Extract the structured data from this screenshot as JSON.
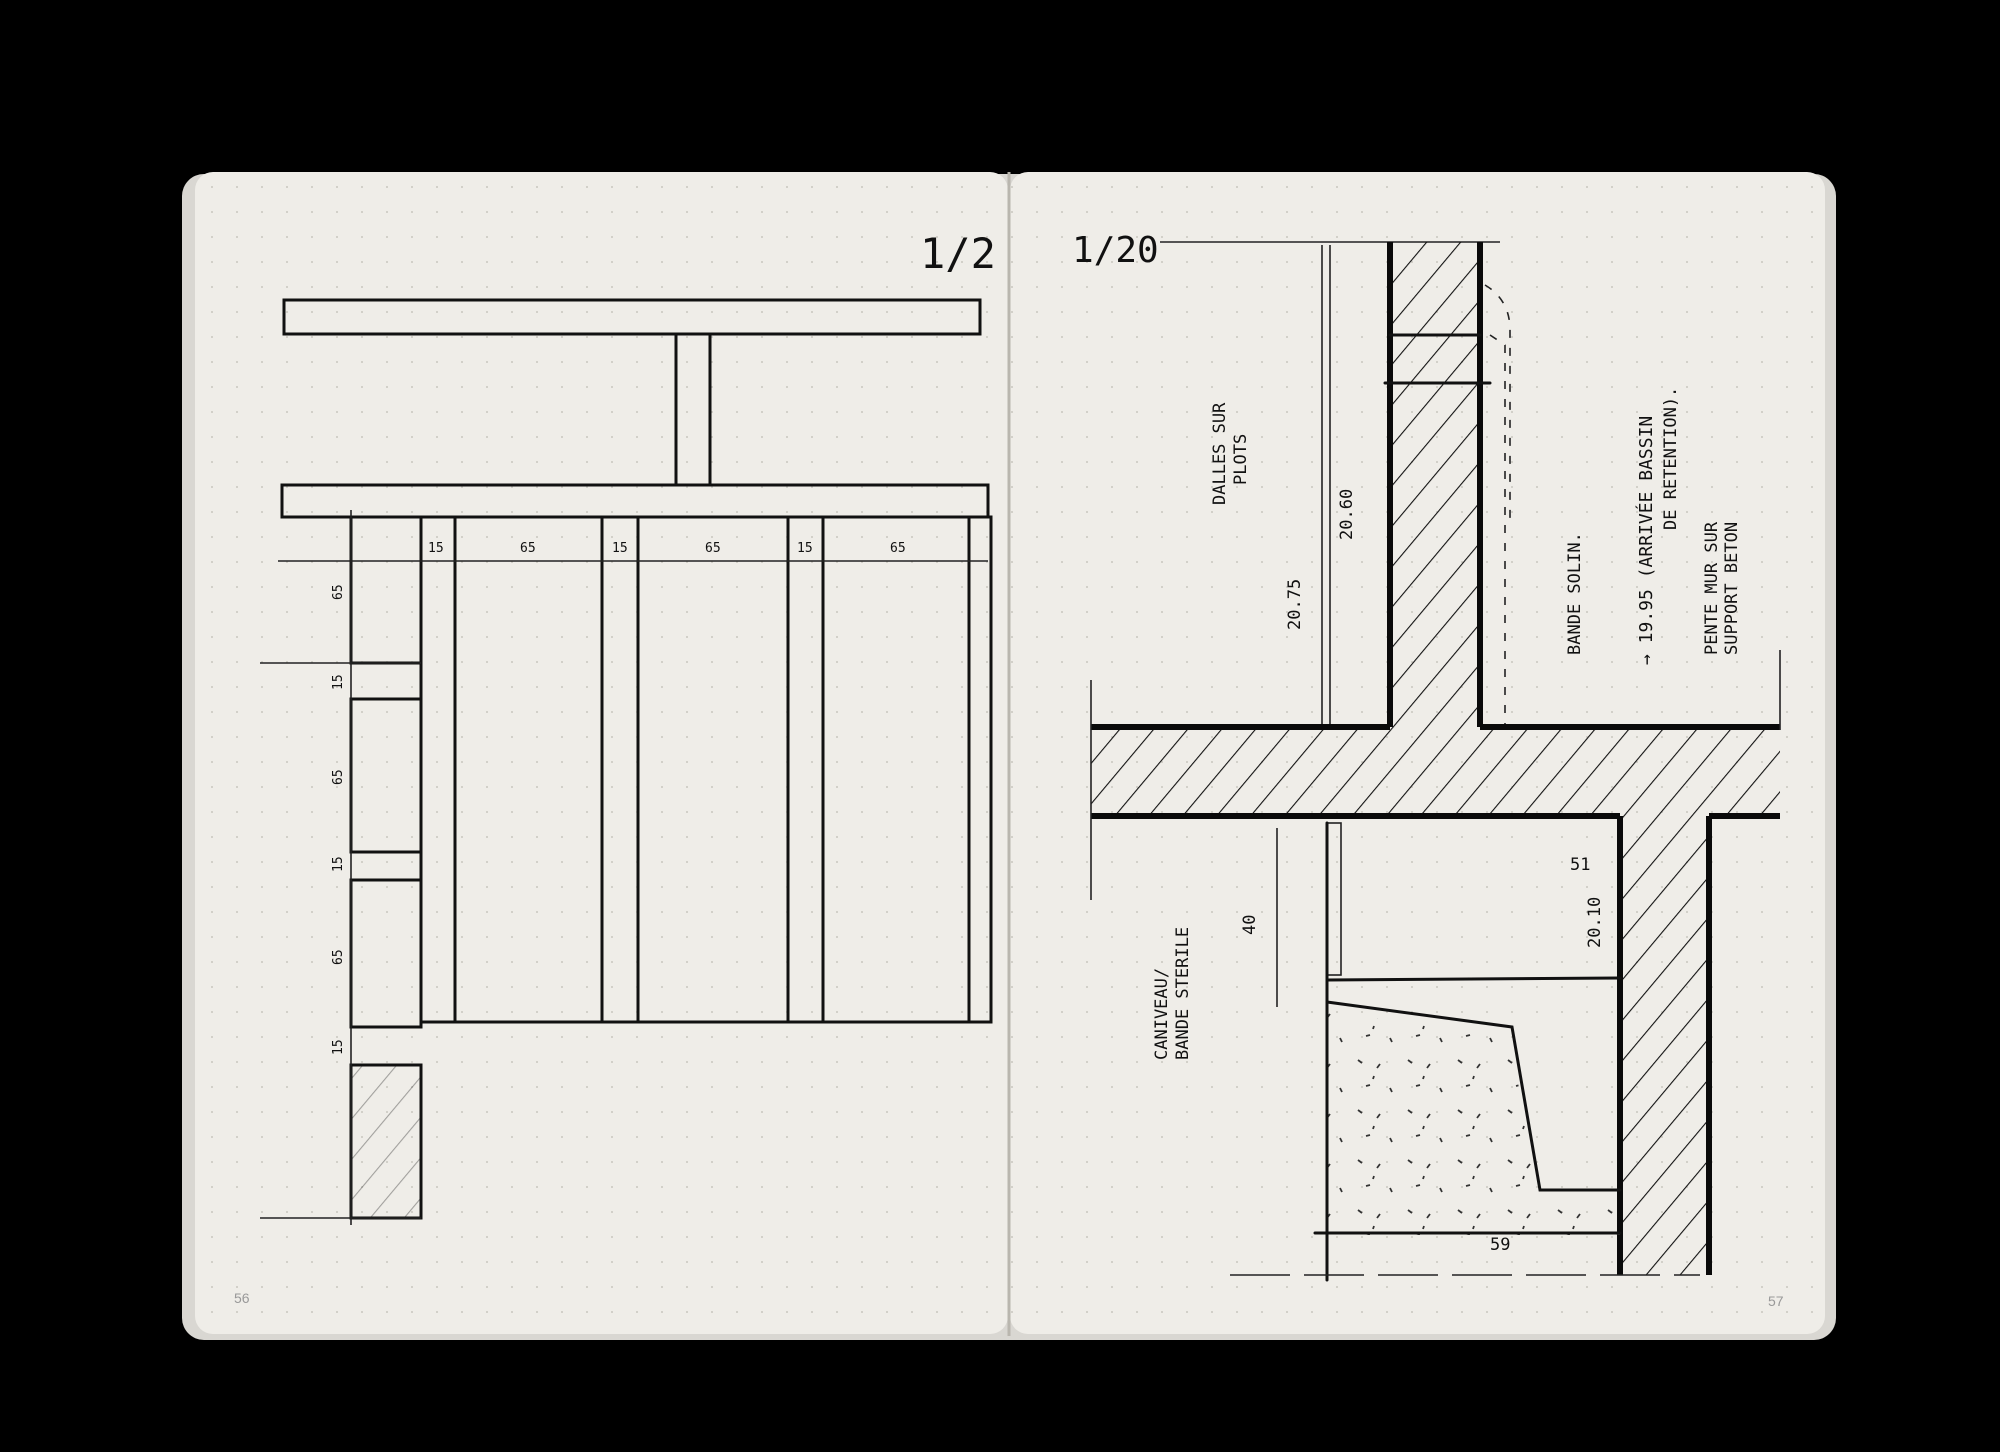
{
  "left_page": {
    "scale": "1/2",
    "page_number": "56",
    "dimensions_top": [
      "15",
      "65",
      "15",
      "65",
      "15",
      "65"
    ],
    "dimensions_side": [
      "65",
      "15",
      "65",
      "15",
      "65",
      "15"
    ]
  },
  "right_page": {
    "scale": "1/20",
    "page_number": "57",
    "labels": {
      "dalles": [
        "DALLES SUR",
        "PLOTS"
      ],
      "level_2060": "20.60",
      "level_2075": "20.75",
      "bande_solin": "BANDE SOLIN.",
      "arrivee": [
        "→ 19.95 (ARRIVÉE BASSIN",
        "DE RETENTION)."
      ],
      "pente": [
        "PENTE MUR SUR",
        "SUPPORT BETON"
      ],
      "caniveau": [
        "CANIVEAU/",
        "BANDE STERILE"
      ],
      "dim_40": "40",
      "dim_51": "51",
      "level_2010": "20.10",
      "dim_59": "59"
    }
  },
  "colors": {
    "paper": "#efede8",
    "ink": "#111111",
    "background": "#000000"
  }
}
